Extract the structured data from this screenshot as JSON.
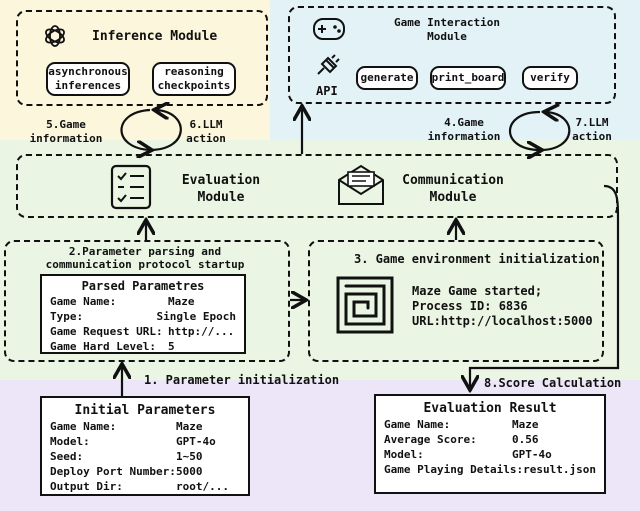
{
  "inference_module": {
    "title": "Inference Module",
    "items": [
      "asynchronous inferences",
      "reasoning checkpoints"
    ]
  },
  "game_interaction_module": {
    "title": "Game Interaction Module",
    "api_label": "API",
    "items": [
      "generate",
      "print_board",
      "verify"
    ]
  },
  "arrows": {
    "step5": "5.Game information",
    "step6": "6.LLM action",
    "step4": "4.Game information",
    "step7": "7.LLM action",
    "step1": "1. Parameter initialization",
    "step8": "8.Score Calculation"
  },
  "evaluation_module": {
    "title": "Evaluation Module"
  },
  "communication_module": {
    "title": "Communication Module"
  },
  "step2": {
    "title": "2.Parameter parsing and communication protocol startup",
    "card_title": "Parsed Parametres",
    "rows": [
      {
        "key": "Game Name:",
        "value": "Maze"
      },
      {
        "key": "Type:",
        "value": "Single Epoch"
      },
      {
        "key": "Game Request URL:",
        "value": "http://..."
      },
      {
        "key": "Game Hard Level:",
        "value": "5"
      }
    ]
  },
  "step3": {
    "title": "3. Game environment initialization",
    "lines": [
      "Maze Game started;",
      "Process ID: 6836",
      "URL:http://localhost:5000"
    ]
  },
  "initial_parameters": {
    "title": "Initial Parameters",
    "rows": [
      {
        "key": "Game Name:",
        "value": "Maze"
      },
      {
        "key": "Model:",
        "value": "GPT-4o"
      },
      {
        "key": "Seed:",
        "value": "1~50"
      },
      {
        "key": "Deploy Port Number:",
        "value": "5000"
      },
      {
        "key": "Output Dir:",
        "value": "root/..."
      }
    ]
  },
  "evaluation_result": {
    "title": "Evaluation Result",
    "rows": [
      {
        "key": "Game Name:",
        "value": "Maze"
      },
      {
        "key": "Average Score:",
        "value": "0.56"
      },
      {
        "key": "Model:",
        "value": "GPT-4o"
      },
      {
        "key": "Game Playing Details:",
        "value": "result.json"
      }
    ]
  },
  "colors": {
    "inference_bg": "#fbf6dc",
    "interaction_bg": "#e2f2f7",
    "middle_bg": "#eaf5e4",
    "bottom_bg": "#ece6f8"
  }
}
